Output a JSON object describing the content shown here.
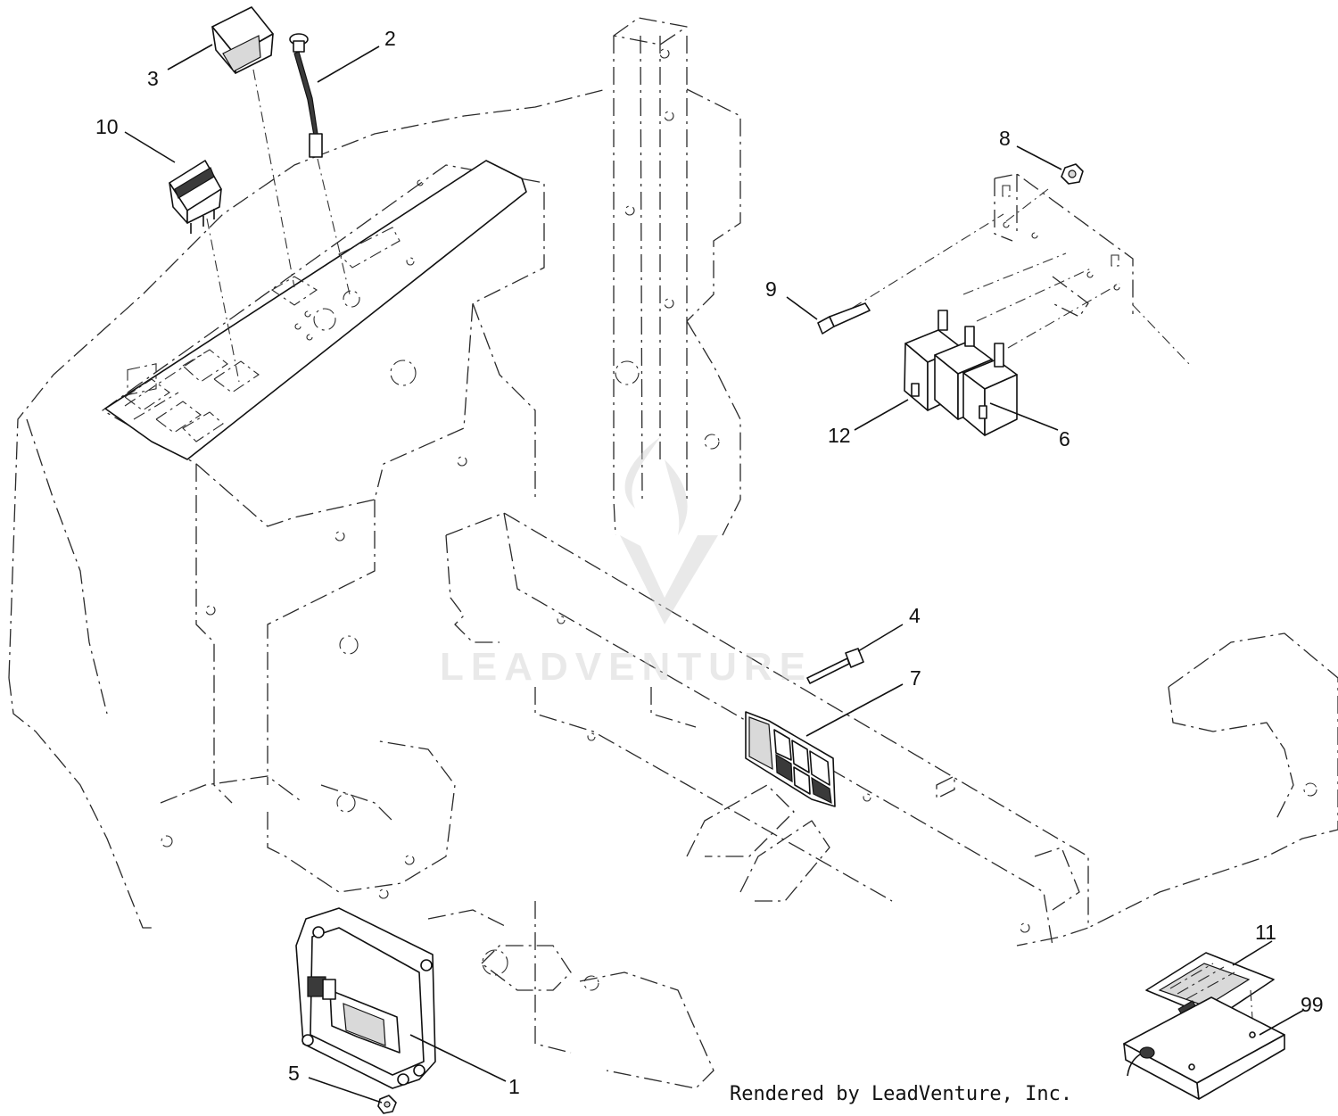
{
  "watermark": {
    "text": "LEADVENTURE"
  },
  "credit": "Rendered by LeadVenture, Inc.",
  "callouts": [
    {
      "id": "1",
      "label": "1"
    },
    {
      "id": "2",
      "label": "2"
    },
    {
      "id": "3",
      "label": "3"
    },
    {
      "id": "4",
      "label": "4"
    },
    {
      "id": "5",
      "label": "5"
    },
    {
      "id": "6",
      "label": "6"
    },
    {
      "id": "7",
      "label": "7"
    },
    {
      "id": "8",
      "label": "8"
    },
    {
      "id": "9",
      "label": "9"
    },
    {
      "id": "10",
      "label": "10"
    },
    {
      "id": "11",
      "label": "11"
    },
    {
      "id": "12",
      "label": "12"
    },
    {
      "id": "99",
      "label": "99"
    }
  ]
}
